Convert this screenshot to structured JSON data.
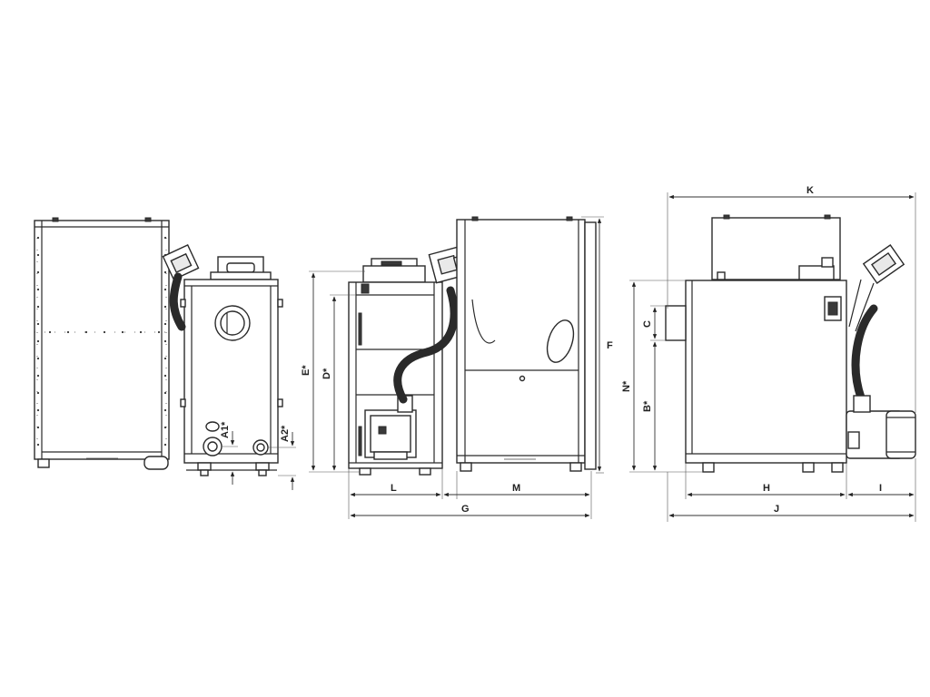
{
  "labels": {
    "K": "K",
    "F": "F",
    "N": "N*",
    "C": "C",
    "B": "B*",
    "E": "E*",
    "D": "D*",
    "A1": "A1*",
    "A2": "A2*",
    "L": "L",
    "M": "M",
    "G": "G",
    "H": "H",
    "I": "I",
    "J": "J"
  }
}
